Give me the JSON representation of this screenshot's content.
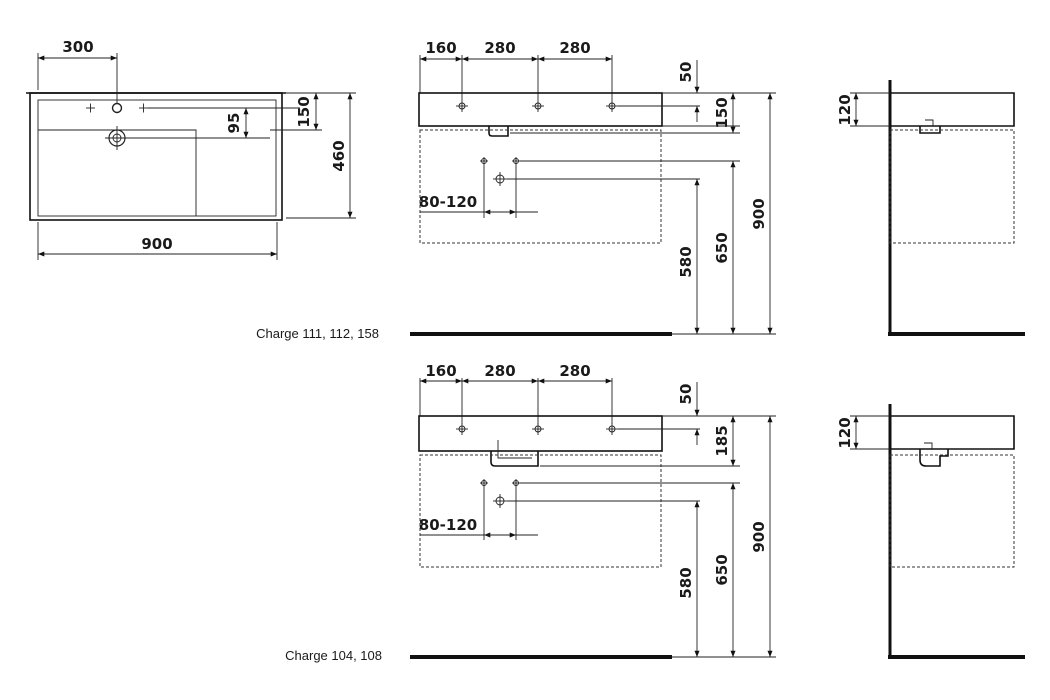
{
  "top_view": {
    "dim_tap_offset": "300",
    "dim_width": "900",
    "dim_depth": "460",
    "dim_rim": "150",
    "dim_drain": "95"
  },
  "front_a": {
    "dim_h1": "160",
    "dim_h2": "280",
    "dim_h3": "280",
    "dim_top": "50",
    "dim_body": "150",
    "dim_waste_range": "80-120",
    "dim_580": "580",
    "dim_650": "650",
    "dim_900": "900",
    "charge_label": "Charge 111, 112, 158"
  },
  "side_a": {
    "dim_120": "120"
  },
  "front_b": {
    "dim_h1": "160",
    "dim_h2": "280",
    "dim_h3": "280",
    "dim_top": "50",
    "dim_body": "185",
    "dim_waste_range": "80-120",
    "dim_580": "580",
    "dim_650": "650",
    "dim_900": "900",
    "charge_label": "Charge 104, 108"
  },
  "side_b": {
    "dim_120": "120"
  }
}
